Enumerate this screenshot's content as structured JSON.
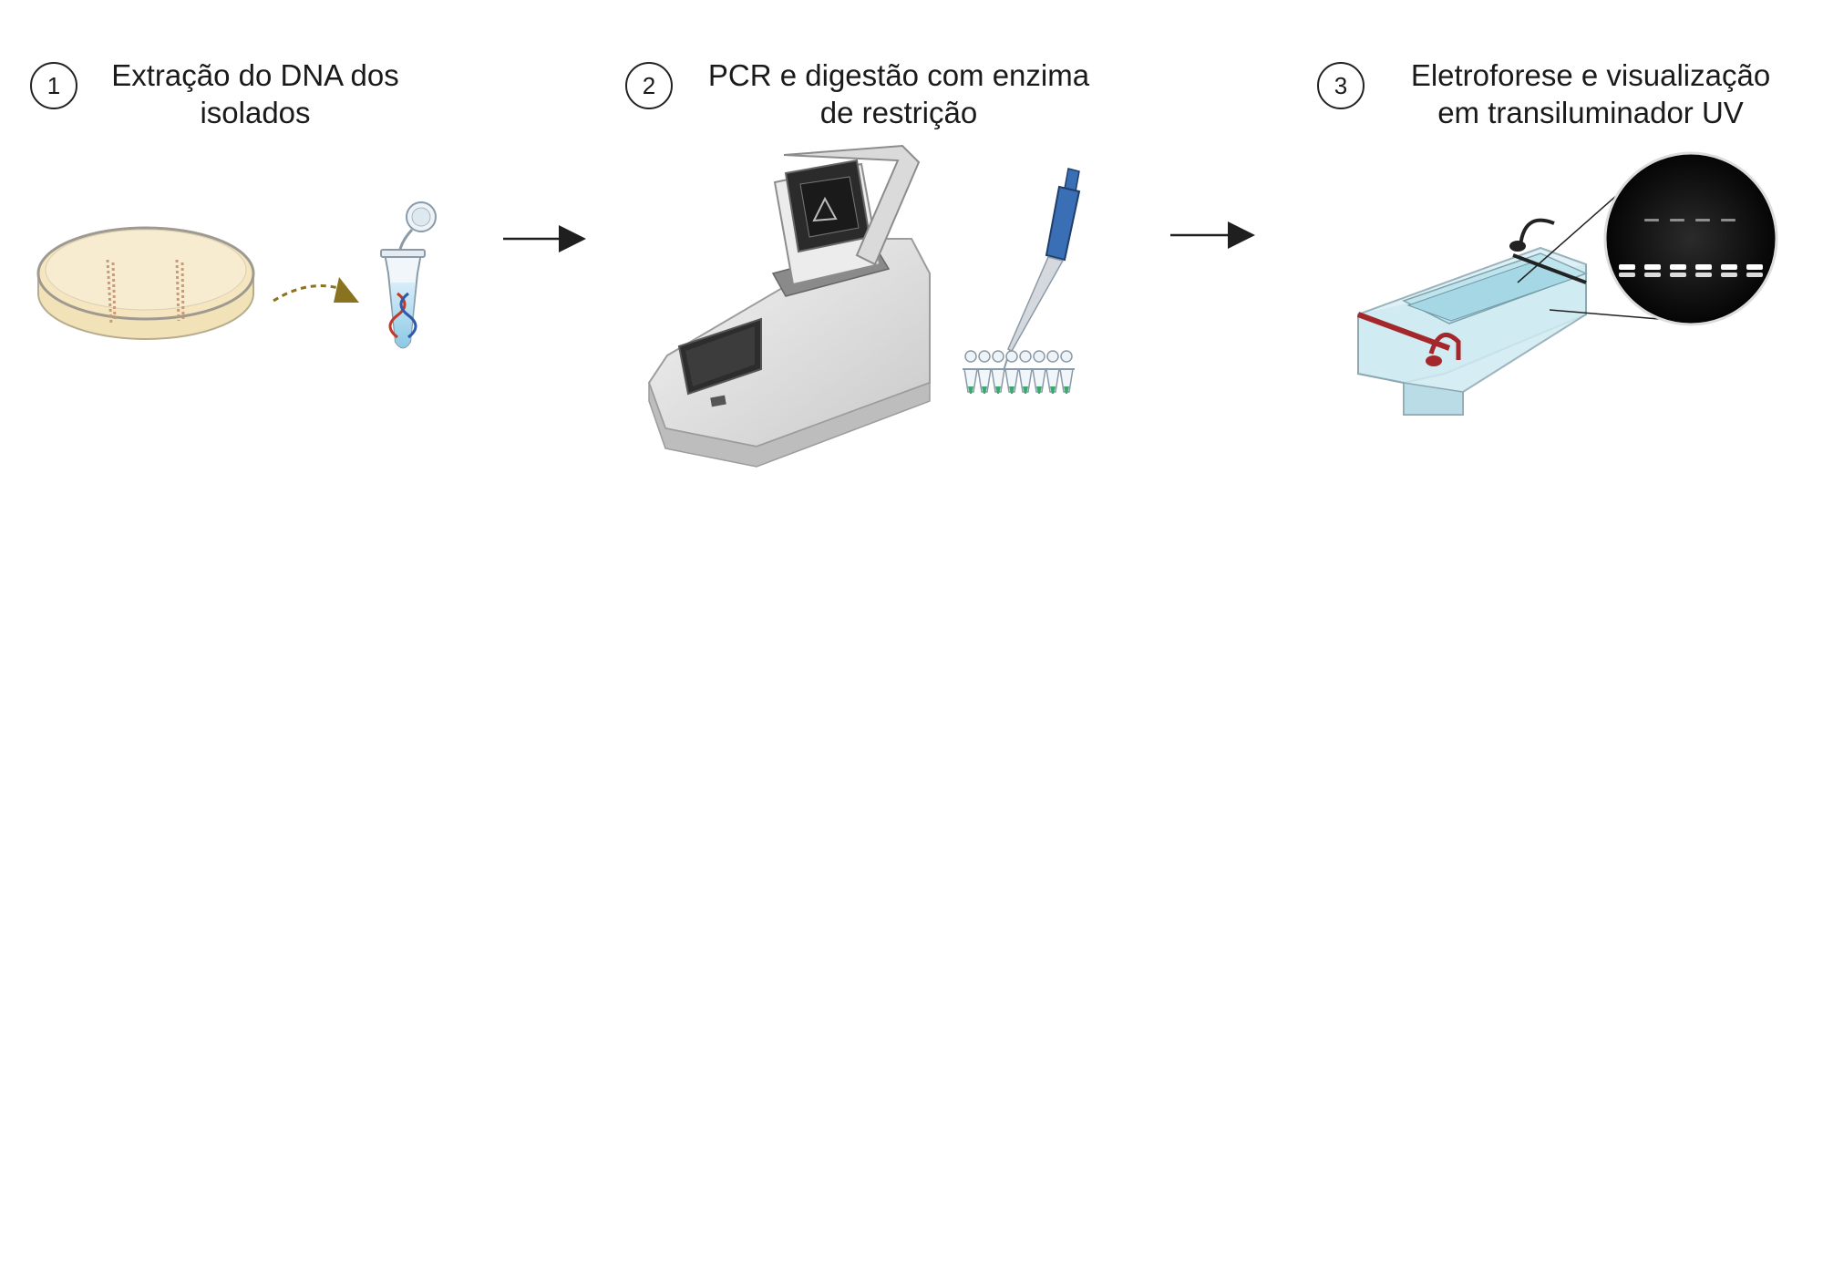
{
  "steps": [
    {
      "number": "1",
      "title_line1": "Extração do DNA dos",
      "title_line2": "isolados"
    },
    {
      "number": "2",
      "title_line1": "PCR e digestão com enzima",
      "title_line2": "de restrição"
    },
    {
      "number": "3",
      "title_line1": "Eletroforese e visualização",
      "title_line2": "em transiluminador UV"
    }
  ],
  "colors": {
    "arrow": "#1f1f1f",
    "dashed_arrow": "#8a7320",
    "agar": "#f6e6c0",
    "dna_red": "#c0392b",
    "dna_blue": "#2f5aa8",
    "pipette_blue": "#3a6fb5",
    "buffer_blue": "#cfeaf2",
    "electrode_red": "#a3272b",
    "gel_band": "#ffffff"
  },
  "icons": [
    "petri-dish-icon",
    "microtube-icon",
    "thermocycler-icon",
    "pipette-icon",
    "pcr-strip-icon",
    "gel-tank-icon",
    "gel-image-icon"
  ]
}
